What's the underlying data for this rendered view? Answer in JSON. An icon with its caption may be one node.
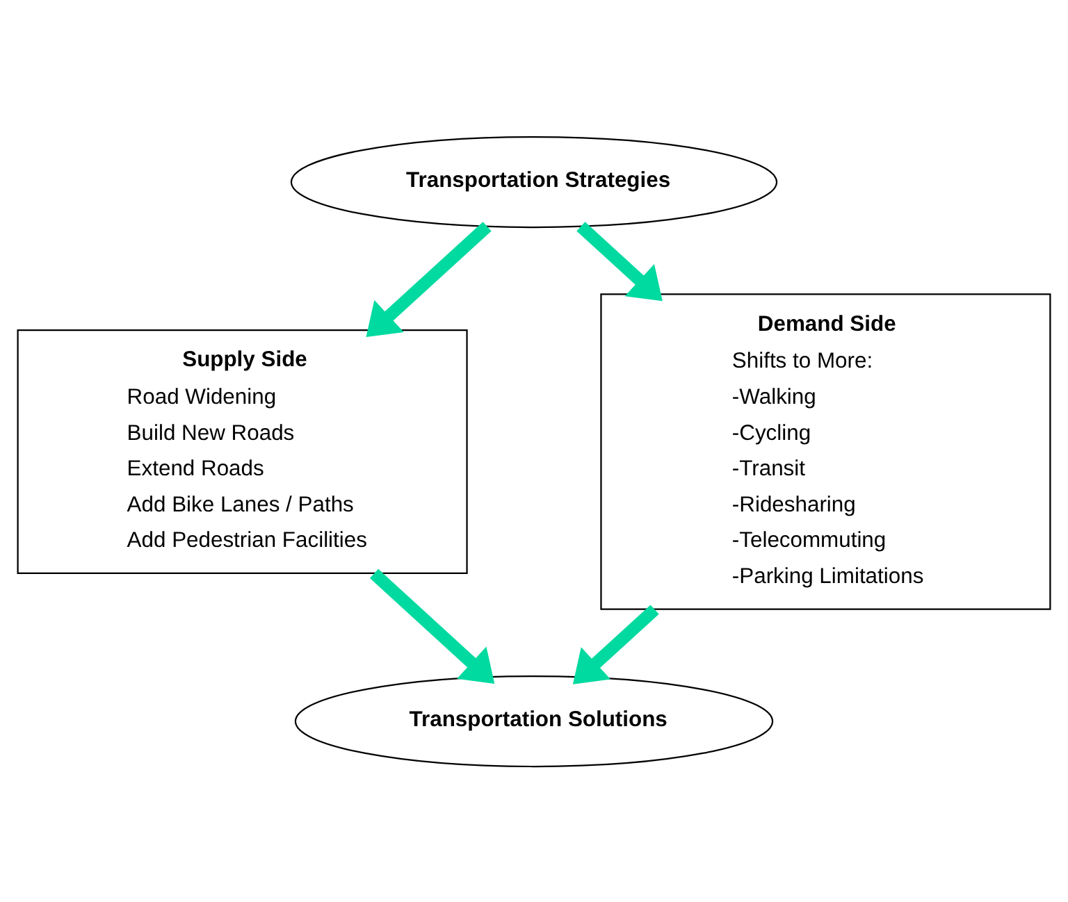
{
  "diagram": {
    "nodes": [
      {
        "text": [
          "Transportation Strategies"
        ]
      },
      {
        "text": [
          "Supply Side",
          "Road Widening",
          "Build New Roads",
          "Extend Roads",
          "Add Bike Lanes / Paths",
          "Add Pedestrian Facilities"
        ]
      },
      {
        "text": [
          "Demand Side",
          "Shifts to More:",
          "-Walking",
          "-Cycling",
          "-Transit",
          "-Ridesharing",
          "-Telecommuting",
          "-Parking Limitations"
        ]
      },
      {
        "text": [
          "Transportation Solutions"
        ]
      }
    ],
    "edges": [
      {
        "from": 0,
        "to": 1,
        "arrow": "to"
      },
      {
        "from": 0,
        "to": 2,
        "arrow": "to"
      },
      {
        "from": 1,
        "to": 3,
        "arrow": "to"
      },
      {
        "from": 2,
        "to": 3,
        "arrow": "to"
      }
    ]
  }
}
